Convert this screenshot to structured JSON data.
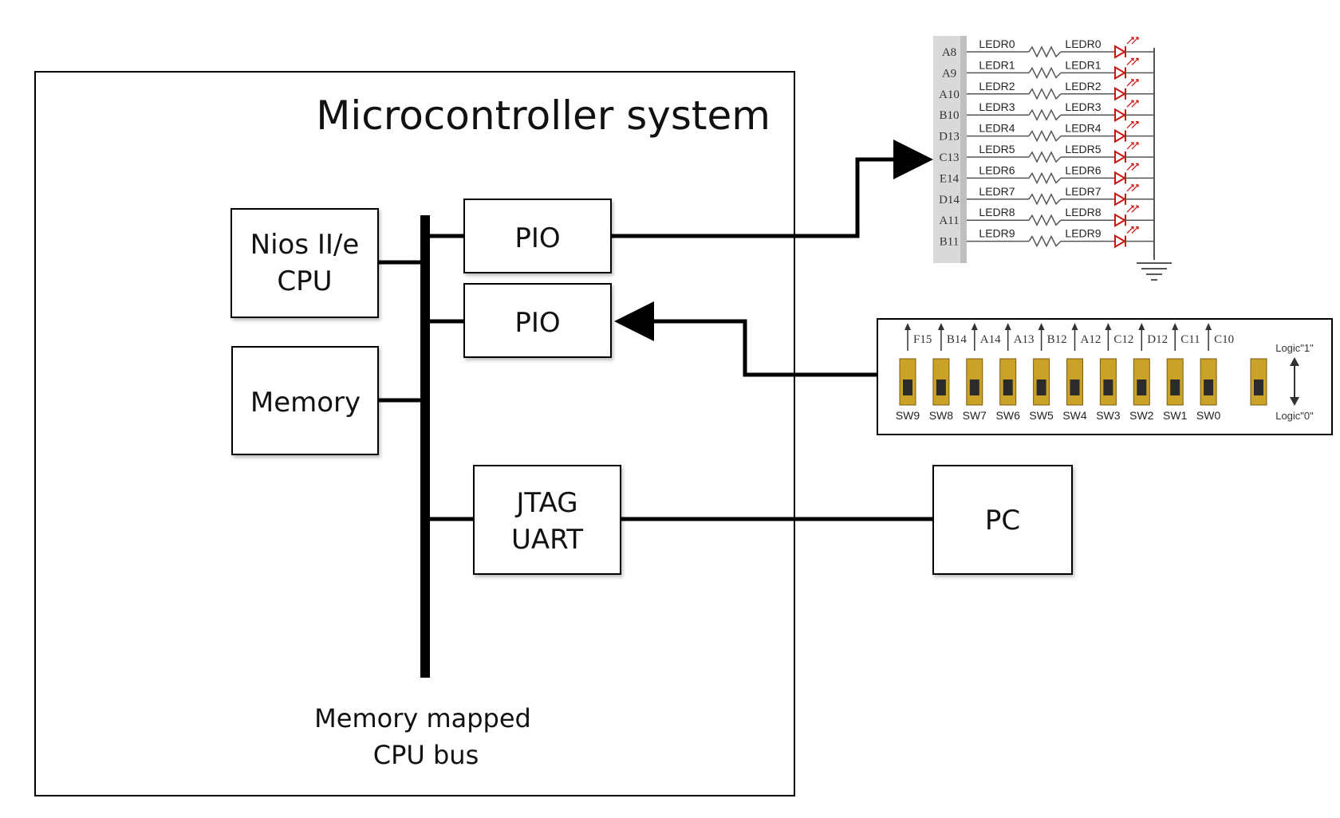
{
  "system": {
    "title": "Microcontroller system"
  },
  "blocks": {
    "cpu": [
      "Nios II/e",
      "CPU"
    ],
    "memory": "Memory",
    "pio_out": "PIO",
    "pio_in": "PIO",
    "jtag": [
      "JTAG",
      "UART"
    ],
    "pc": "PC"
  },
  "bus_label": [
    "Memory mapped",
    "CPU bus"
  ],
  "led_panel": {
    "pins": [
      "A8",
      "A9",
      "A10",
      "B10",
      "D13",
      "C13",
      "E14",
      "D14",
      "A11",
      "B11"
    ],
    "leds": [
      "LEDR0",
      "LEDR1",
      "LEDR2",
      "LEDR3",
      "LEDR4",
      "LEDR5",
      "LEDR6",
      "LEDR7",
      "LEDR8",
      "LEDR9"
    ]
  },
  "switch_panel": {
    "pins": [
      "F15",
      "B14",
      "A14",
      "A13",
      "B12",
      "A12",
      "C12",
      "D12",
      "C11",
      "C10"
    ],
    "switches": [
      "SW9",
      "SW8",
      "SW7",
      "SW6",
      "SW5",
      "SW4",
      "SW3",
      "SW2",
      "SW1",
      "SW0"
    ],
    "logic_high": "Logic\"1\"",
    "logic_low": "Logic\"0\""
  },
  "colors": {
    "line": "#000000",
    "led": "#cc1111",
    "switch": "#c9a227",
    "panel": "#d9d9d9"
  }
}
